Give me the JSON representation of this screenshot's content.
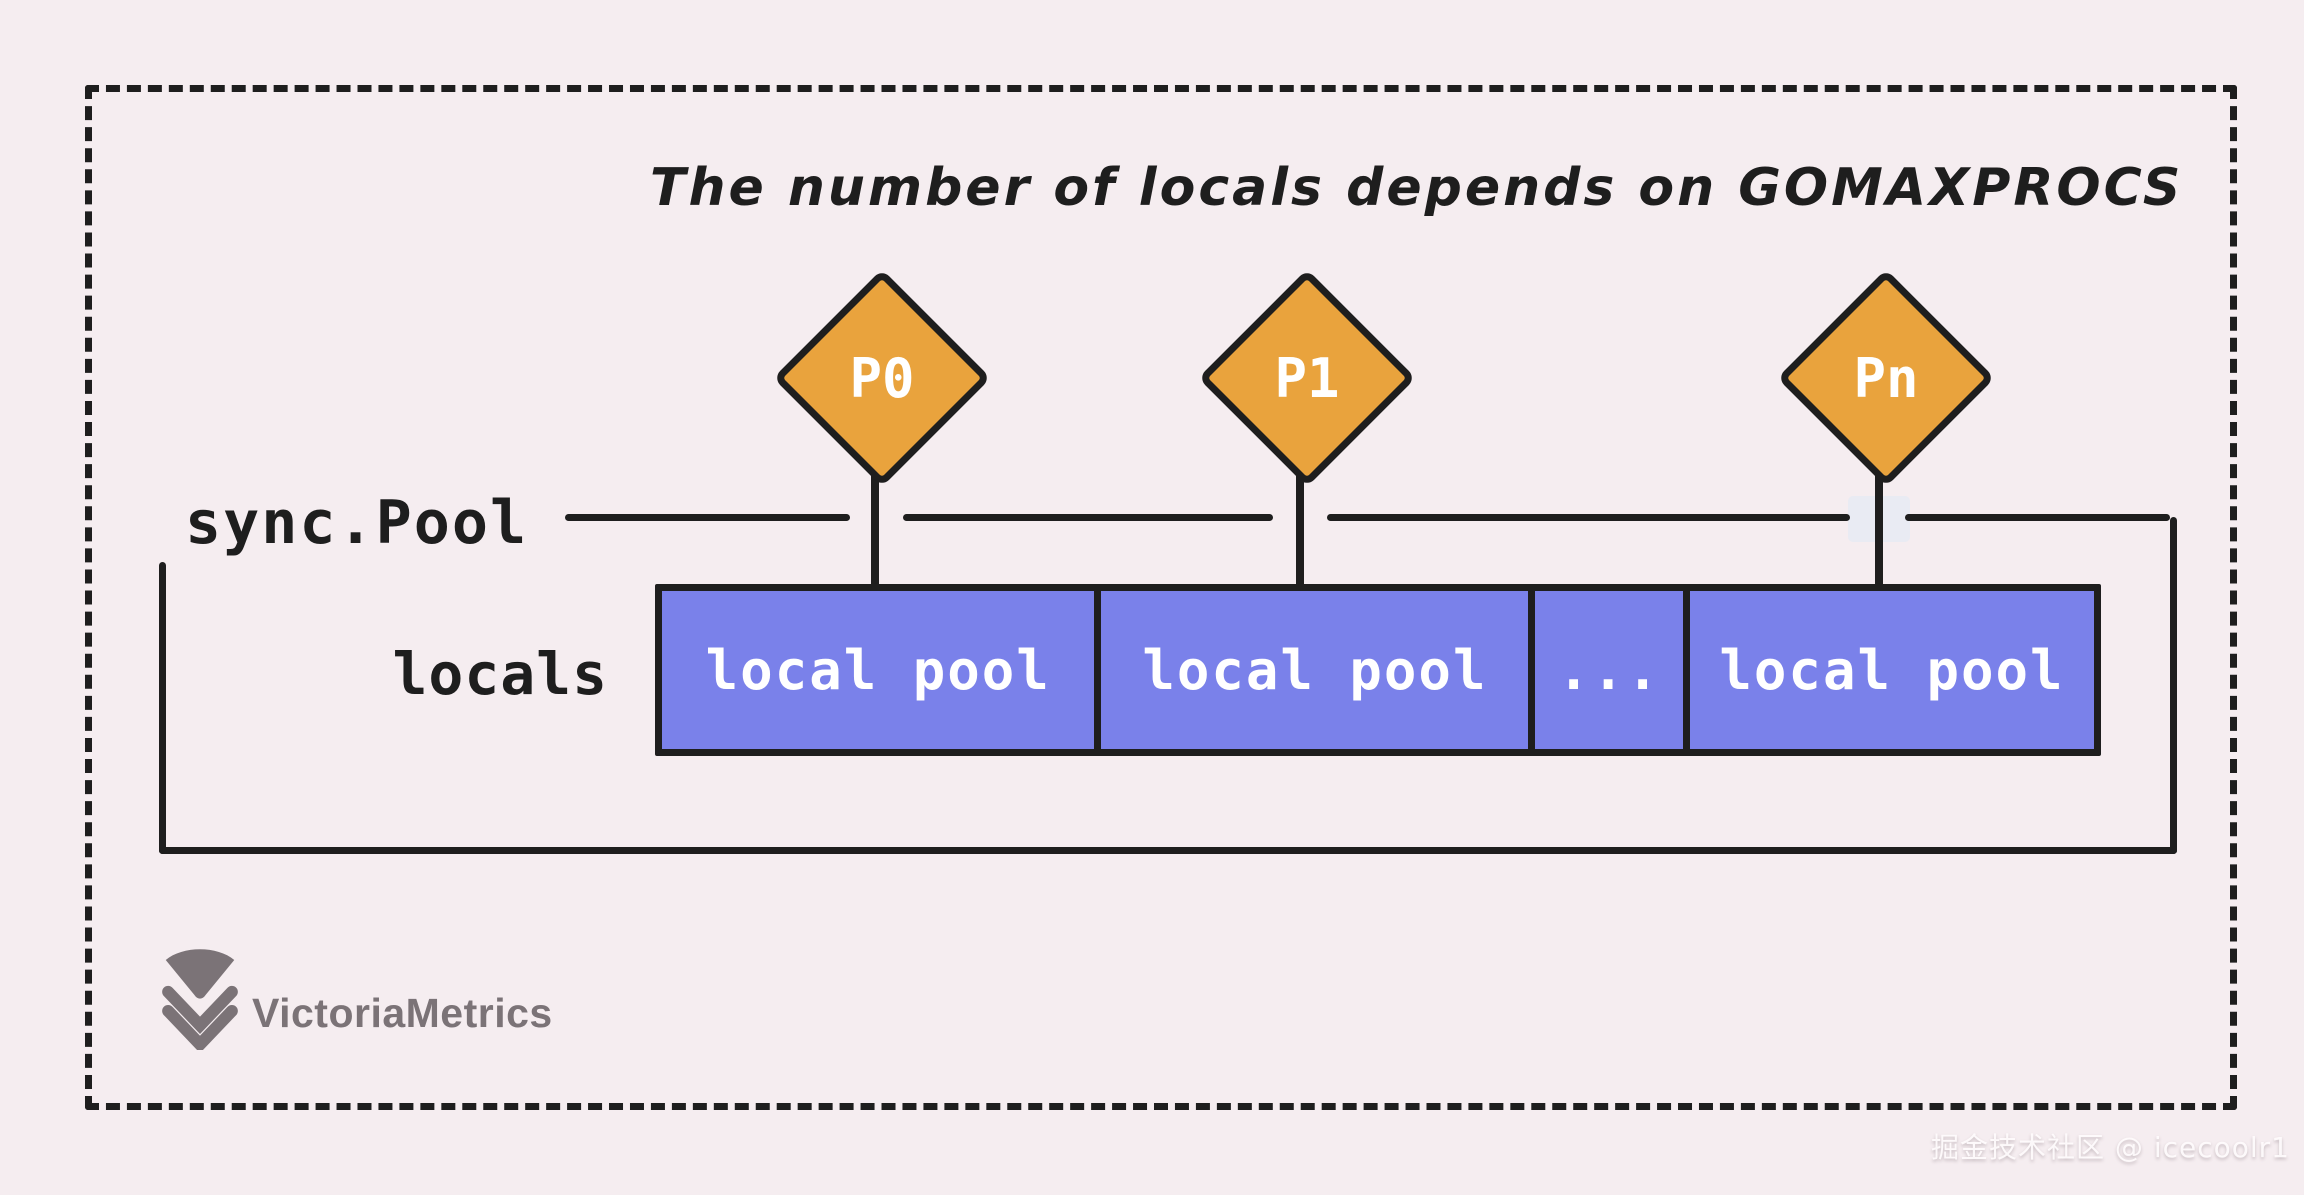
{
  "canvas": {
    "background": "#f5edf0",
    "ink": "#1e1e1e"
  },
  "title": {
    "text": "The number of locals depends on GOMAXPROCS"
  },
  "pool": {
    "label": "sync.Pool",
    "locals_label": "locals"
  },
  "processors": [
    {
      "label": "P0"
    },
    {
      "label": "P1"
    },
    {
      "label": "Pn"
    }
  ],
  "locals_array": {
    "cells": [
      {
        "label": "local pool"
      },
      {
        "label": "local pool"
      },
      {
        "label": "..."
      },
      {
        "label": "local pool"
      }
    ]
  },
  "colors": {
    "diamond_fill": "#e9a33d",
    "cell_fill": "#7a81ea",
    "logo_gray": "#7b7377"
  },
  "branding": {
    "name": "VictoriaMetrics"
  },
  "watermark": {
    "text": "掘金技术社区 @ icecoolr1"
  }
}
